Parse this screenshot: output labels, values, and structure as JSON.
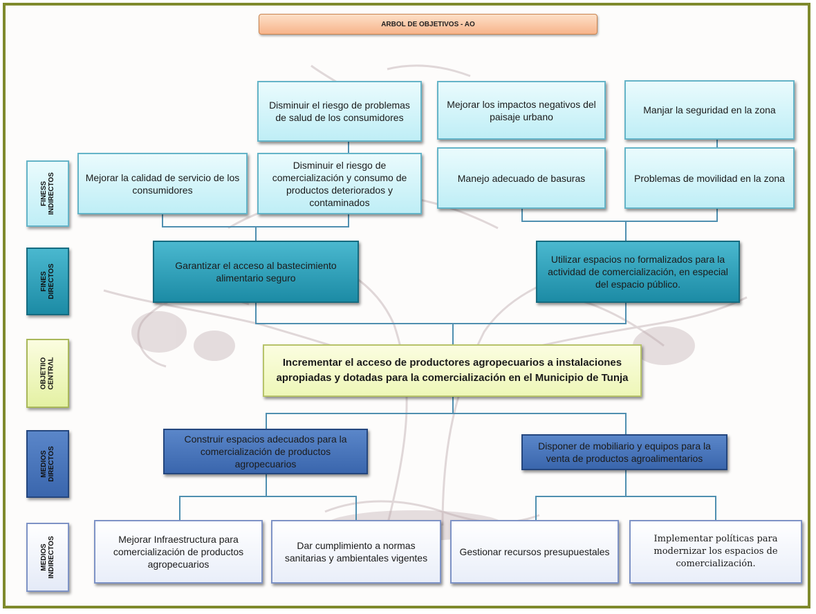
{
  "title": "ARBOL DE OBJETIVOS - AO",
  "side_labels": {
    "fines_indirectos": "FINESS\nINDIRECTOS",
    "fines_directos": "FINES\nDIRECTOS",
    "objetivo_central": "OBJETIΙO\nCENTRΛL",
    "medios_directos": "MEDIOS\nDIRECTOS",
    "medios_indirectos": "MEDIOS\nINDIRECTOS"
  },
  "fines_indirectos": {
    "top": [
      "Disminuir el riesgo de problemas de salud de los consumidores",
      "Mejorar los impactos negativos del paisaje urbano",
      "Manjar la seguridad  en la zona"
    ],
    "bottom": [
      "Mejorar la calidad de servicio de los consumidores",
      "Disminuir el riesgo de comercialización y consumo de productos deteriorados y contaminados",
      "Manejo adecuado de basuras",
      "Problemas de movilidad en la zona"
    ]
  },
  "fines_directos": [
    "Garantizar el acceso al bastecimiento alimentario seguro",
    "Utilizar  espacios no formalizados para la actividad de comercialización, en especial del espacio público."
  ],
  "objetivo_central": "Incrementar el acceso de productores agropecuarios a instalaciones apropiadas y dotadas para la comercialización  en el Municipio de Tunja",
  "medios_directos": [
    "Construir  espacios adecuados  para la comercialización de productos agropecuarios",
    "Disponer de mobiliario y equipos para la venta de productos agroalimentarios"
  ],
  "medios_indirectos": [
    "Mejorar Infraestructura para comercialización de productos agropecuarios",
    "Dar cumplimiento  a normas sanitarias y ambientales vigentes",
    "Gestionar recursos presupuestales",
    "Implementar políticas para modernizar los espacios de comercialización."
  ],
  "colors": {
    "frame": "#7f8a2c",
    "title_fill": "#f7b48a",
    "light_fill": "#bfeef6",
    "mid_fill": "#1c8ba5",
    "center_fill": "#eef7b8",
    "blue_fill": "#3a66ad",
    "pale_fill": "#e9eef9",
    "connector": "#4f8fb0"
  }
}
